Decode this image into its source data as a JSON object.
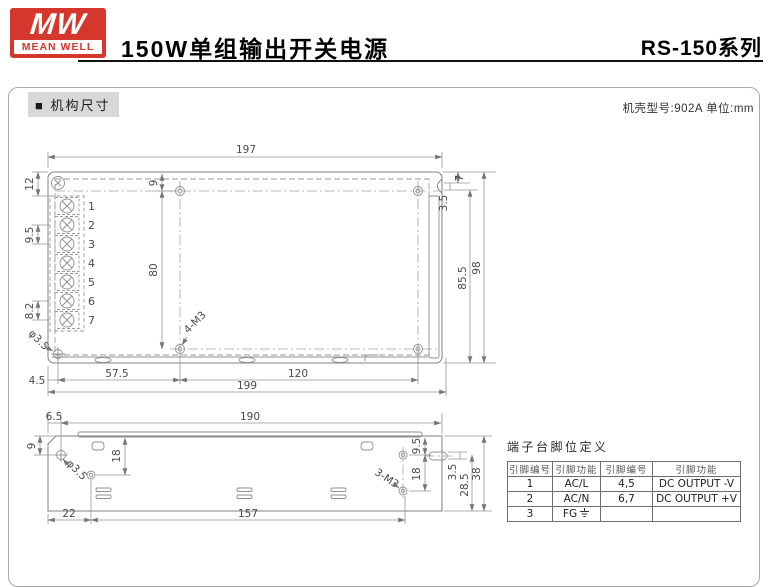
{
  "header": {
    "logo_mw": "MW",
    "logo_text": "MEAN WELL",
    "title": "150W单组输出开关电源",
    "series": "RS-150系列"
  },
  "section": {
    "label": "■ 机构尺寸",
    "case_info": "机壳型号:902A 单位:mm"
  },
  "top_view": {
    "dims": {
      "w197": "197",
      "w199": "199",
      "w120": "120",
      "w57_5": "57.5",
      "w4_5": "4.5",
      "h12": "12",
      "h9_5": "9.5",
      "h8_2": "8.2",
      "h9": "9",
      "h80": "80",
      "h7": "7",
      "h3_5": "3.5",
      "h85_5": "85.5",
      "h98": "98",
      "dia": "φ3.5",
      "holes": "4-M3"
    },
    "pins": [
      "1",
      "2",
      "3",
      "4",
      "5",
      "6",
      "7"
    ]
  },
  "side_view": {
    "dims": {
      "w6_5": "6.5",
      "w190": "190",
      "w22": "22",
      "w157": "157",
      "h9": "9",
      "h18_left": "18",
      "h9_5": "9.5",
      "h18_right": "18",
      "h3_5": "3.5",
      "h28_5": "28.5",
      "h38": "38",
      "dia": "φ3.5",
      "holes": "3-M3"
    }
  },
  "pin_table": {
    "title": "端子台脚位定义",
    "headers": [
      "引脚编号",
      "引脚功能",
      "引脚编号",
      "引脚功能"
    ],
    "rows": [
      [
        "1",
        "AC/L",
        "4,5",
        "DC OUTPUT -V"
      ],
      [
        "2",
        "AC/N",
        "6,7",
        "DC OUTPUT +V"
      ],
      [
        "3",
        "FG",
        "",
        ""
      ]
    ]
  },
  "colors": {
    "brand_red": "#d6372c",
    "line_gray": "#8a8a8a",
    "section_bg": "#d8d8d8"
  }
}
